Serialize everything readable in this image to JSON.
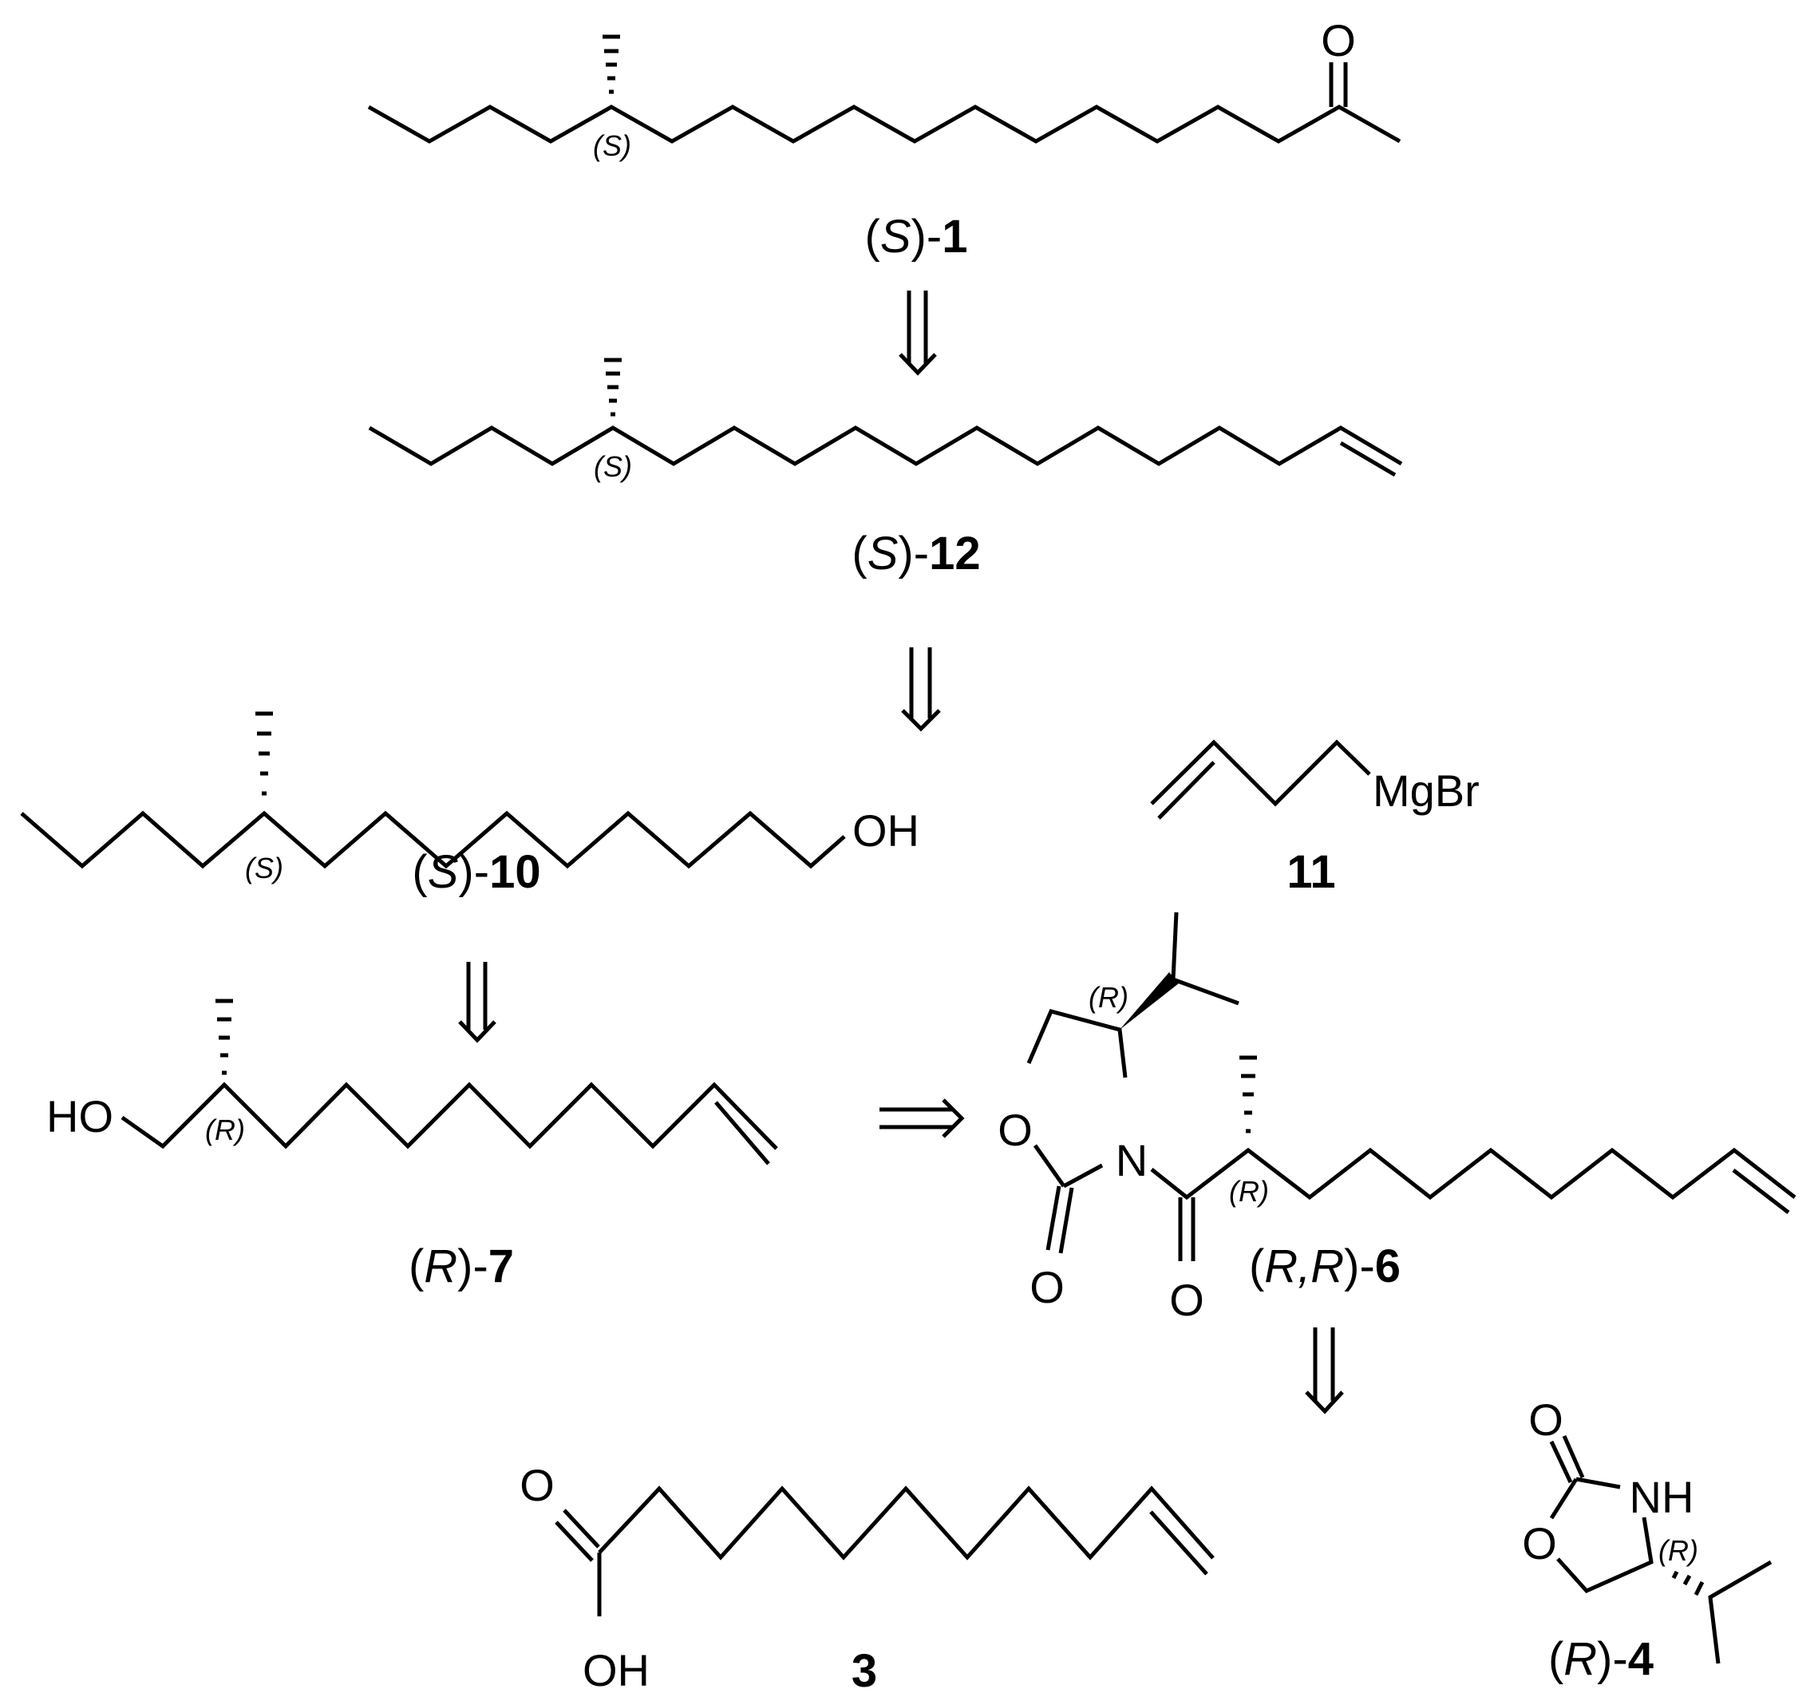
{
  "scheme": {
    "type": "retrosynthetic-analysis",
    "compounds": [
      {
        "id": "S-1",
        "prefix": "(",
        "config": "S",
        "suffix": ")-",
        "number": "1",
        "stereo_label": "(S)",
        "groups": {
          "carbonyl_O": "O"
        }
      },
      {
        "id": "S-12",
        "prefix": "(",
        "config": "S",
        "suffix": ")-",
        "number": "12",
        "stereo_label": "(S)"
      },
      {
        "id": "S-10",
        "prefix": "(",
        "config": "S",
        "suffix": ")-",
        "number": "10",
        "stereo_label": "(S)",
        "groups": {
          "hydroxyl": "OH"
        }
      },
      {
        "id": "11",
        "prefix": "",
        "config": "",
        "suffix": "",
        "number": "11",
        "groups": {
          "grignard": "MgBr"
        }
      },
      {
        "id": "R-7",
        "prefix": "(",
        "config": "R",
        "suffix": ")-",
        "number": "7",
        "stereo_label": "(R)",
        "groups": {
          "hydroxyl": "HO"
        }
      },
      {
        "id": "RR-6",
        "prefix": "(",
        "config": "R,R",
        "suffix": ")-",
        "number": "6",
        "stereo_label_ring": "(R)",
        "stereo_label_chain": "(R)",
        "groups": {
          "ring_O": "O",
          "N": "N",
          "exo_O": "O",
          "acyl_O": "O"
        }
      },
      {
        "id": "3",
        "prefix": "",
        "config": "",
        "suffix": "",
        "number": "3",
        "groups": {
          "acid_O": "O",
          "acid_OH": "OH"
        }
      },
      {
        "id": "R-4",
        "prefix": "(",
        "config": "R",
        "suffix": ")-",
        "number": "4",
        "stereo_label": "(R)",
        "groups": {
          "exo_O": "O",
          "NH": "NH",
          "ring_O": "O"
        }
      }
    ],
    "arrows": [
      {
        "from": "S-1",
        "to": "S-12",
        "type": "retrosynthetic",
        "direction": "down"
      },
      {
        "from": "S-12",
        "to": "S-10 + 11",
        "type": "retrosynthetic",
        "direction": "down"
      },
      {
        "from": "S-10",
        "to": "R-7",
        "type": "retrosynthetic",
        "direction": "down"
      },
      {
        "from": "R-7",
        "to": "RR-6",
        "type": "retrosynthetic",
        "direction": "right"
      },
      {
        "from": "RR-6",
        "to": "3 + R-4",
        "type": "retrosynthetic",
        "direction": "down"
      }
    ]
  }
}
